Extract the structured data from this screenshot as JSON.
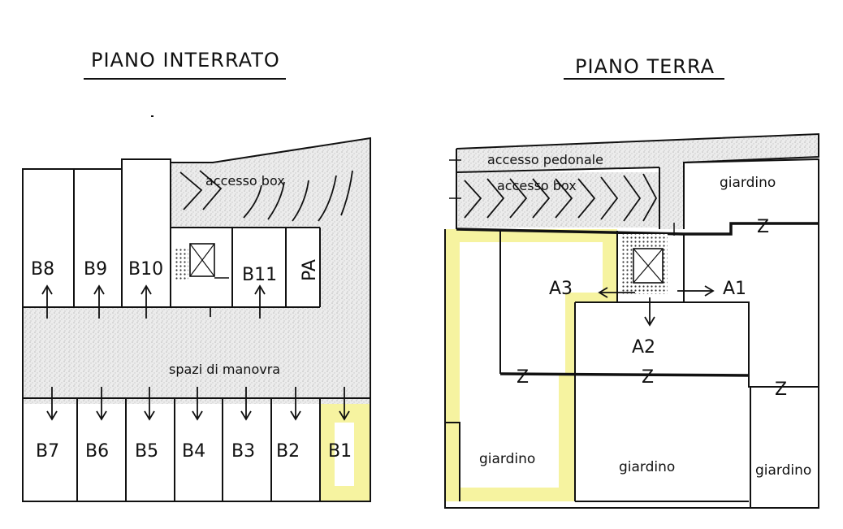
{
  "titles": {
    "basement": "PIANO INTERRATO",
    "ground": "PIANO TERRA"
  },
  "basement": {
    "access_label": "accesso box",
    "maneuver_label": "spazi di manovra",
    "boxes_top": [
      "B8",
      "B9",
      "B10",
      "B11"
    ],
    "pa_label": "PA",
    "boxes_bottom": [
      "B7",
      "B6",
      "B5",
      "B4",
      "B3",
      "B2",
      "B1"
    ]
  },
  "ground": {
    "pedestrian_access": "accesso pedonale",
    "box_access": "accesso box",
    "units": [
      "A1",
      "A2",
      "A3"
    ],
    "garden_label": "giardino",
    "z_label": "Z"
  },
  "colors": {
    "highlight": "#f6f3a0",
    "hatch": "#c8c8c8",
    "ink": "#111111"
  }
}
